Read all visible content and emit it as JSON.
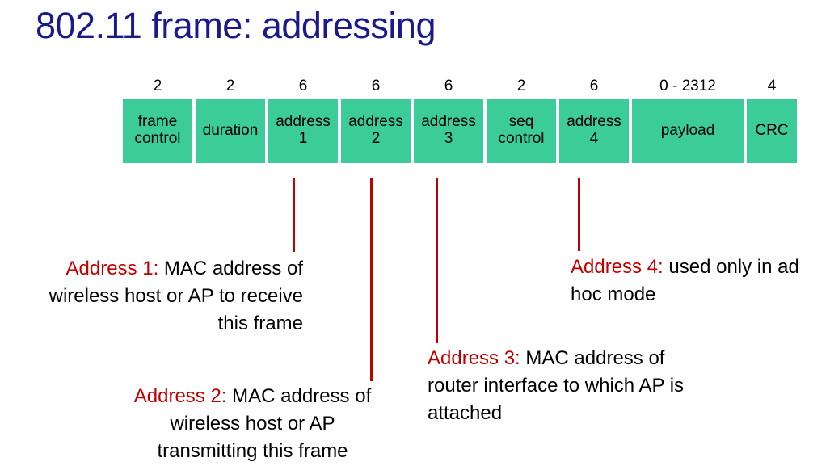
{
  "title": "802.11 frame: addressing",
  "colors": {
    "title": "#1a1a8c",
    "field_fill": "#3bcc99",
    "leader_line": "#c00000",
    "tag": "#c00000",
    "body_text": "#000000",
    "background": "#ffffff"
  },
  "frame": {
    "fields": [
      {
        "name": "frame control",
        "label_line1": "frame",
        "label_line2": "control",
        "size": "2"
      },
      {
        "name": "duration",
        "label_line1": "duration",
        "label_line2": "",
        "size": "2"
      },
      {
        "name": "address 1",
        "label_line1": "address",
        "label_line2": "1",
        "size": "6"
      },
      {
        "name": "address 2",
        "label_line1": "address",
        "label_line2": "2",
        "size": "6"
      },
      {
        "name": "address 3",
        "label_line1": "address",
        "label_line2": "3",
        "size": "6"
      },
      {
        "name": "seq control",
        "label_line1": "seq",
        "label_line2": "control",
        "size": "2"
      },
      {
        "name": "address 4",
        "label_line1": "address",
        "label_line2": "4",
        "size": "6"
      },
      {
        "name": "payload",
        "label_line1": "payload",
        "label_line2": "",
        "size": "0 - 2312"
      },
      {
        "name": "CRC",
        "label_line1": "CRC",
        "label_line2": "",
        "size": "4"
      }
    ]
  },
  "notes": {
    "address1": {
      "tag": "Address 1:",
      "text": " MAC address of wireless host or AP  to receive this frame"
    },
    "address2": {
      "tag": "Address 2:",
      "text": " MAC address of wireless host or AP transmitting this frame"
    },
    "address3": {
      "tag": "Address 3:",
      "text": " MAC address of router interface to which AP is attached"
    },
    "address4": {
      "tag": "Address 4:",
      "text": " used only in ad hoc mode"
    }
  }
}
